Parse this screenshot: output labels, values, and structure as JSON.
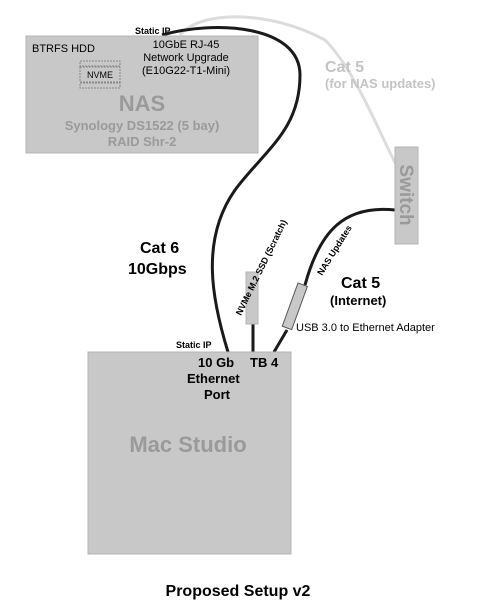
{
  "nas": {
    "name": "NAS",
    "model": "Synology DS1522 (5 bay)",
    "raid": "RAID Shr-2",
    "drives": "BTRFS HDD",
    "nvme": "NVME",
    "static_ip": "Static IP",
    "upgrade_line1": "10GbE RJ-45",
    "upgrade_line2": "Network Upgrade",
    "upgrade_line3": "(E10G22-T1-Mini)"
  },
  "switch": {
    "label": "Switch"
  },
  "cat5_nas": {
    "label": "Cat 5",
    "sub": "(for NAS updates)"
  },
  "cat6": {
    "label": "Cat 6",
    "speed": "10Gbps"
  },
  "nvme_ssd": {
    "label": "NVMe M.2 SSD (Scratch)"
  },
  "nas_updates": {
    "label": "NAS Updates"
  },
  "cat5_internet": {
    "label": "Cat 5",
    "sub": "(Internet)"
  },
  "adapter": {
    "label": "USB 3.0 to Ethernet Adapter"
  },
  "mac": {
    "name": "Mac Studio",
    "static_ip": "Static IP",
    "port_10gb": "10 Gb",
    "port_tb4": "TB 4",
    "port_line2": "Ethernet",
    "port_line3": "Port"
  },
  "footer": {
    "title": "Proposed Setup v2"
  },
  "colors": {
    "box_fill": "#c8c8c8",
    "box_stroke": "#b4b4b4",
    "box_text": "#9a9a9a",
    "cable_dark": "#1a1a1a",
    "cable_light": "#dcdcdc",
    "light_text": "#c4c4c4"
  }
}
